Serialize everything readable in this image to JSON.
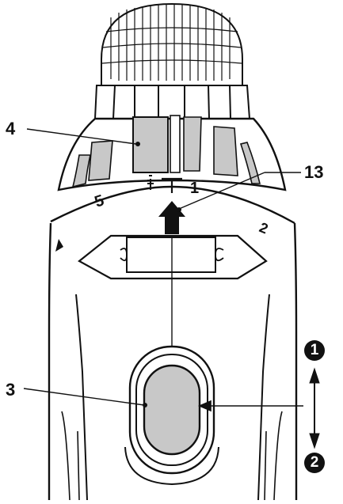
{
  "figure": {
    "callouts": {
      "collar": "4",
      "indicator_arrow": "13",
      "switch": "3"
    },
    "collar_numbers": {
      "left": "5",
      "center": "1",
      "right": "2"
    },
    "steps": {
      "up": "1",
      "down": "2"
    },
    "colors": {
      "outline": "#111111",
      "fill_gray": "#c8c8c8",
      "background": "#ffffff"
    }
  }
}
